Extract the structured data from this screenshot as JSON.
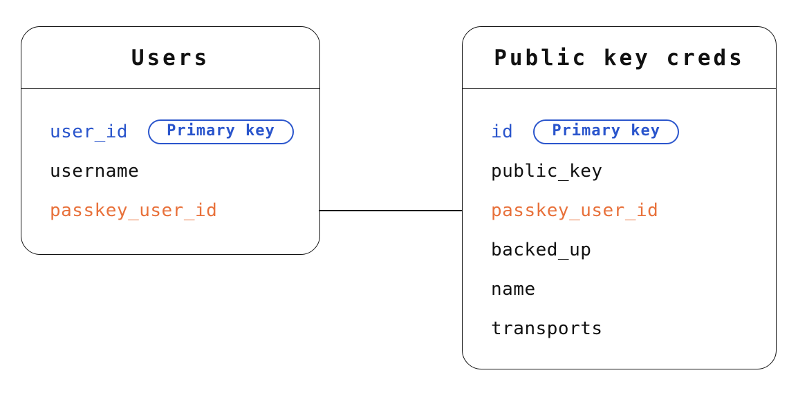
{
  "diagram": {
    "type": "entity-relationship",
    "colors": {
      "primary_blue": "#2a55cc",
      "highlight_orange": "#e8713b",
      "ink": "#111111",
      "bg": "#ffffff"
    },
    "tables": [
      {
        "title": "Users",
        "fields": [
          {
            "name": "user_id",
            "badge": "Primary key",
            "color": "blue"
          },
          {
            "name": "username",
            "color": "black"
          },
          {
            "name": "passkey_user_id",
            "color": "orange"
          }
        ]
      },
      {
        "title": "Public key creds",
        "fields": [
          {
            "name": "id",
            "badge": "Primary key",
            "color": "blue"
          },
          {
            "name": "public_key",
            "color": "black"
          },
          {
            "name": "passkey_user_id",
            "color": "orange"
          },
          {
            "name": "backed_up",
            "color": "black"
          },
          {
            "name": "name",
            "color": "black"
          },
          {
            "name": "transports",
            "color": "black"
          }
        ]
      }
    ],
    "relationship": {
      "from": "Users.passkey_user_id",
      "to": "Public key creds.passkey_user_id"
    }
  }
}
